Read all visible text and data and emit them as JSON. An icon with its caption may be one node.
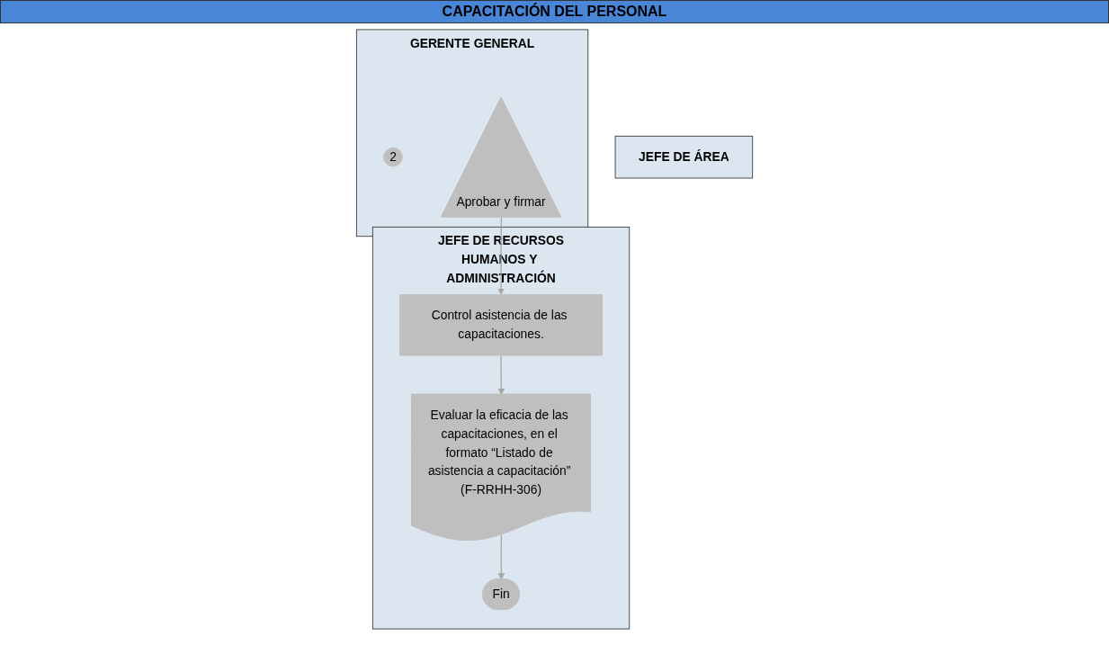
{
  "diagram": {
    "title": "CAPACITACIÓN DEL PERSONAL",
    "nodes": [
      {
        "text": [
          "JEFE DE RECURSOS HUMANOS Y ADMINISTRACIÓN"
        ]
      },
      {
        "text": [
          "JEFE DE ÁREA"
        ]
      },
      {
        "text": [
          "GERENTE GENERAL"
        ]
      },
      {
        "text": [
          "2"
        ],
        "in": 2
      },
      {
        "text": [
          "Aprobar y firmar"
        ],
        "in": 2
      },
      {
        "text": [
          "Control asistencia de las capacitaciones."
        ],
        "in": 0
      },
      {
        "text": [
          "Evaluar la eficacia de las capacitaciones, en el formato “Listado de asistencia a capacitación” (F-RRHH-306)"
        ],
        "in": 0
      },
      {
        "text": [
          "Fin"
        ],
        "in": 0
      }
    ],
    "edges": [
      {
        "from": 4,
        "to": 5,
        "arrow": "to"
      },
      {
        "from": 5,
        "to": 6,
        "arrow": "to"
      },
      {
        "from": 6,
        "to": 7,
        "arrow": "to"
      }
    ]
  }
}
